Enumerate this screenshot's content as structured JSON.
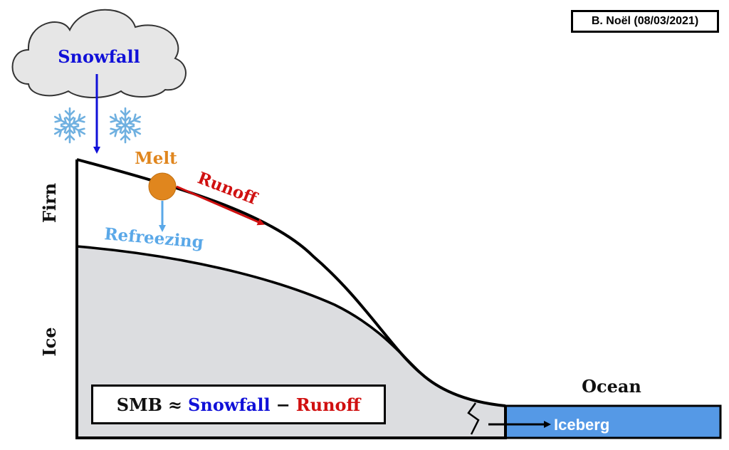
{
  "credit": "B. Noël (08/03/2021)",
  "labels": {
    "snowfall": "Snowfall",
    "melt": "Melt",
    "runoff": "Runoff",
    "refreezing": "Refreezing",
    "firn": "Firn",
    "ice": "Ice",
    "ocean": "Ocean",
    "iceberg": "Iceberg"
  },
  "equation": {
    "lhs": "SMB",
    "approx": "≈",
    "term1": "Snowfall",
    "minus": "−",
    "term2": "Runoff"
  },
  "icons": [
    "cloud-icon",
    "snowflake-icon",
    "melt-dot-icon"
  ],
  "colors": {
    "snowfall": "#1010d8",
    "melt": "#e0861e",
    "runoff": "#d01010",
    "refreezing": "#5aa8e8",
    "ice": "#dcdde0",
    "ocean": "#5599e6",
    "cloud": "#e6e6e6",
    "snowflake": "#6fb0e0"
  }
}
